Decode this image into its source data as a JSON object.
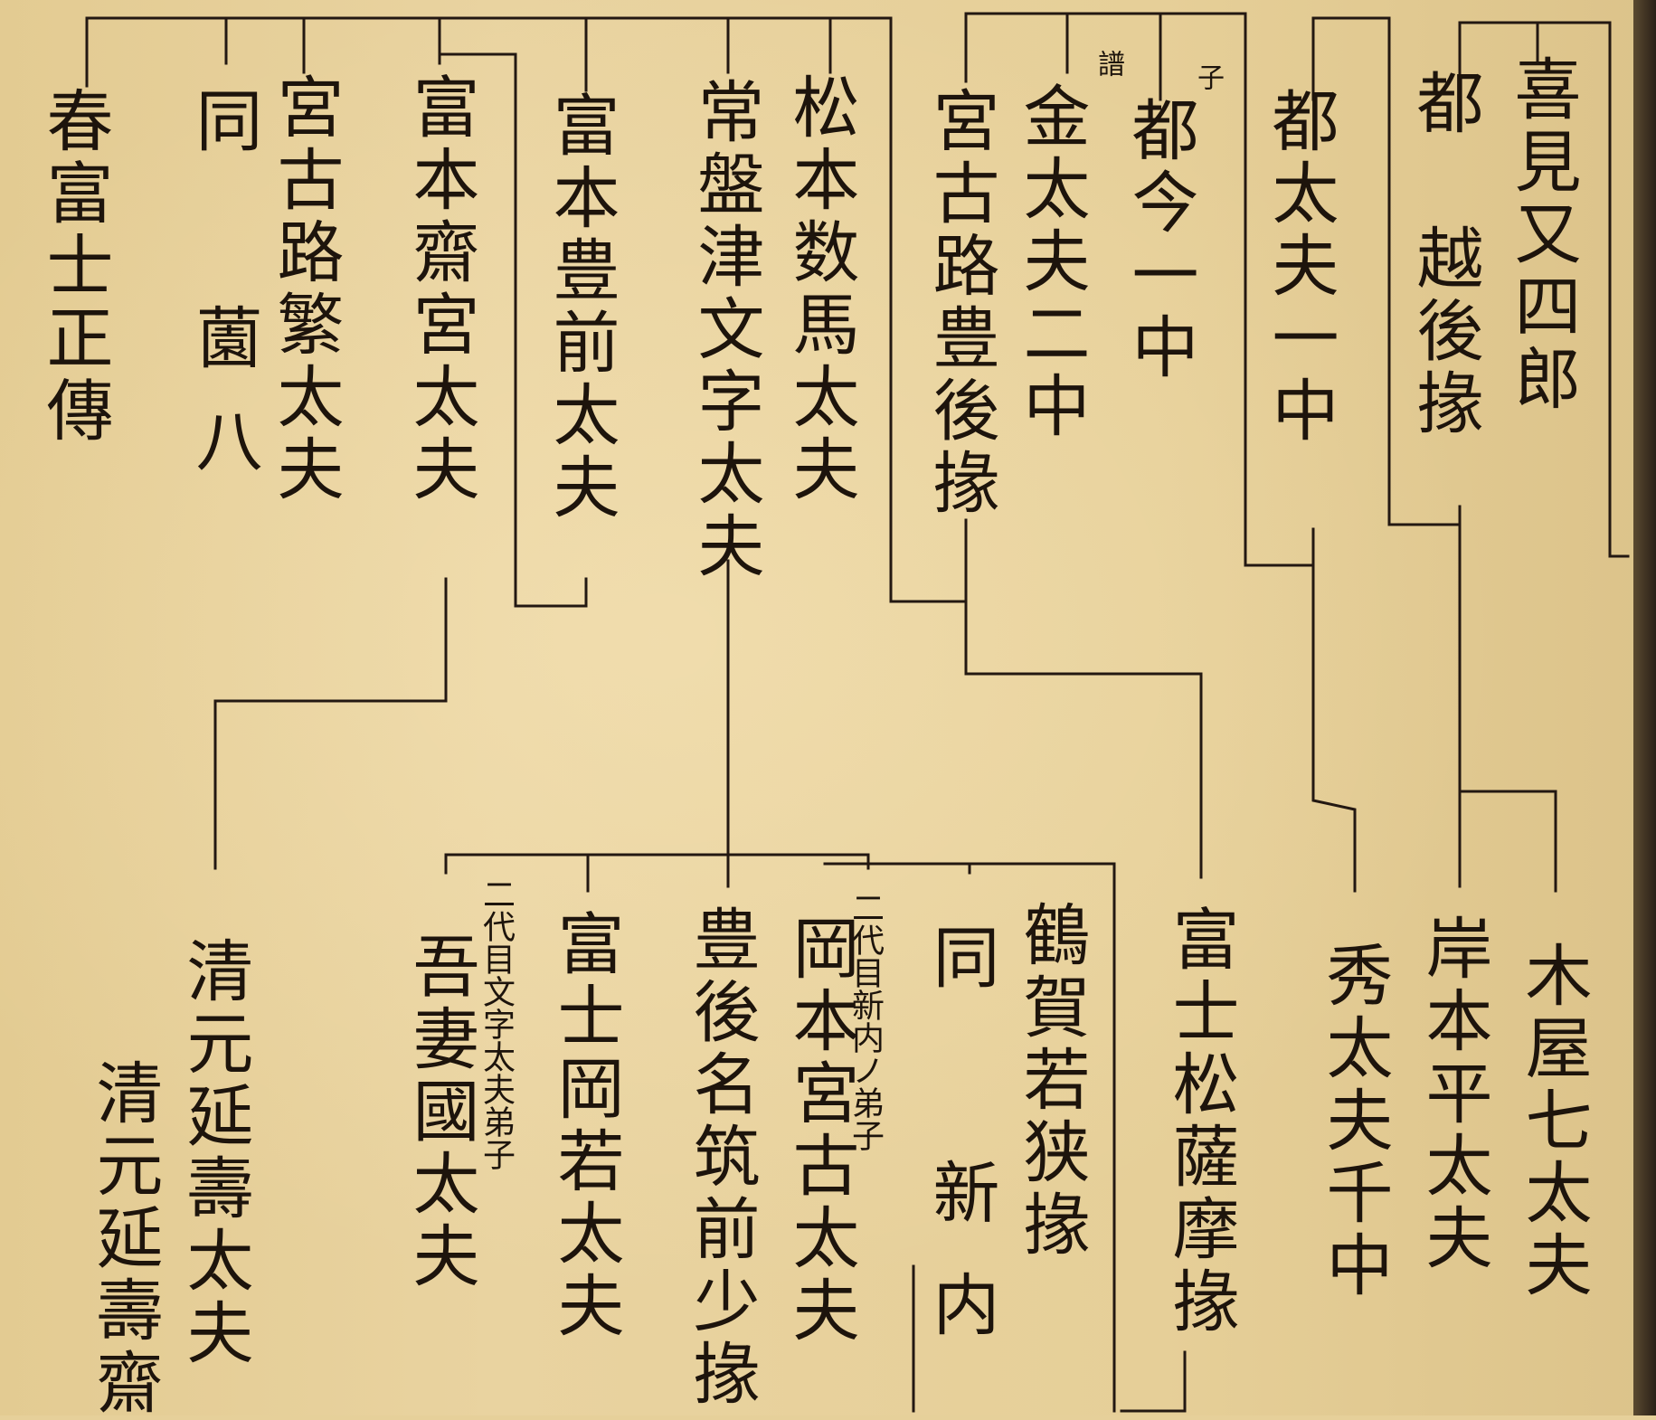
{
  "genealogy": {
    "upper_row": [
      {
        "id": "u1",
        "name": "喜見又四郎"
      },
      {
        "id": "u2",
        "name": "都 越後掾"
      },
      {
        "id": "u3",
        "name": "都太夫一中"
      },
      {
        "id": "u4",
        "name": "都今一中",
        "note": "子"
      },
      {
        "id": "u5",
        "name": "金太夫二中",
        "note": "譜"
      },
      {
        "id": "u6",
        "name": "宮古路豊後掾"
      },
      {
        "id": "u7",
        "name": "松本数馬太夫"
      },
      {
        "id": "u8",
        "name": "常盤津文字太夫"
      },
      {
        "id": "u9",
        "name": "富本豊前太夫"
      },
      {
        "id": "u10",
        "name": "富本齋宮太夫"
      },
      {
        "id": "u11",
        "name": "宮古路繁太夫"
      },
      {
        "id": "u12",
        "name": "同 薗八"
      },
      {
        "id": "u13",
        "name": "春富士正傳"
      }
    ],
    "lower_row": [
      {
        "id": "l1",
        "name": "木屋七太夫"
      },
      {
        "id": "l2",
        "name": "岸本平太夫"
      },
      {
        "id": "l3",
        "name": "秀太夫千中"
      },
      {
        "id": "l4",
        "name": "富士松薩摩掾"
      },
      {
        "id": "l5",
        "name": "鶴賀若狭掾"
      },
      {
        "id": "l6",
        "name": "同 新内"
      },
      {
        "id": "l7",
        "name": "岡本宮古太夫",
        "note": "二代目新内ノ弟子"
      },
      {
        "id": "l8",
        "name": "豊後名筑前少掾"
      },
      {
        "id": "l9",
        "name": "富士岡若太夫"
      },
      {
        "id": "l10",
        "name": "吾妻國太夫",
        "note": "二代目文字太夫弟子"
      },
      {
        "id": "l11",
        "name": "清元延壽太夫"
      },
      {
        "id": "l12",
        "name": "清元延壽齋"
      }
    ]
  }
}
